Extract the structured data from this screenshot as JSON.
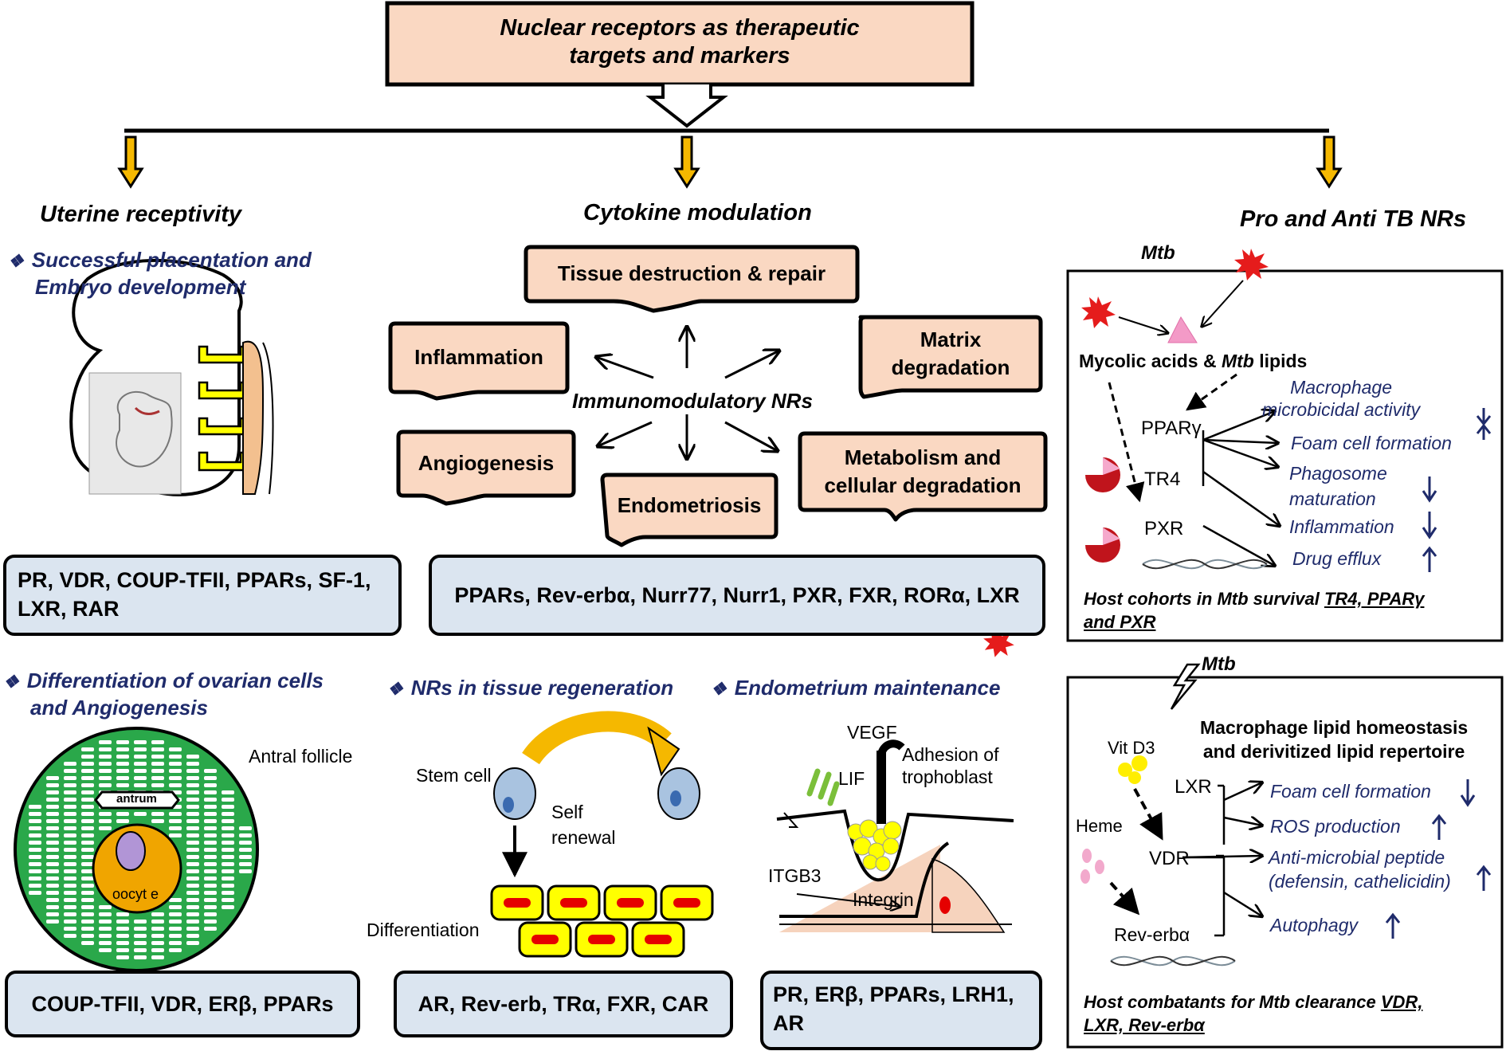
{
  "title": {
    "line1": "Nuclear receptors as therapeutic",
    "line2": "targets and markers"
  },
  "colors": {
    "box_fill": "#fad8c2",
    "chip_fill": "#dbe5f0",
    "arrow_fill": "#f5b800",
    "text_navy": "#1f2b6b",
    "mtb_red": "#e51c1c"
  },
  "uterine": {
    "heading": "Uterine receptivity",
    "bullet1": {
      "line1": "Successful placentation and",
      "line2": "Embryo development"
    },
    "nrs": {
      "line1": "PR, VDR, COUP-TFII, PPARs, SF-1,",
      "line2": "LXR, RAR"
    },
    "bullet2": {
      "line1": "Differentiation of ovarian cells",
      "line2": "and Angiogenesis"
    },
    "antral_follicle": "Antral follicle",
    "antrum": "antrum",
    "oocyte": "oocyt e",
    "nrs2": "COUP-TFII, VDR, ERβ, PPARs"
  },
  "cytokine": {
    "heading": "Cytokine modulation",
    "center": "Immunomodulatory NRs",
    "tissue": "Tissue destruction & repair",
    "inflammation": "Inflammation",
    "matrix": {
      "line1": "Matrix",
      "line2": "degradation"
    },
    "angiogenesis": "Angiogenesis",
    "endometriosis": "Endometriosis",
    "metabolism": {
      "line1": "Metabolism and",
      "line2": "cellular  degradation"
    },
    "nrs": "PPARs, Rev-erbα, Nurr77, Nurr1, PXR, FXR, RORα, LXR"
  },
  "regeneration": {
    "heading": "NRs in tissue regeneration",
    "stem_cell": "Stem cell",
    "self": "Self",
    "renewal": "renewal",
    "differentiation": "Differentiation",
    "nrs": "AR, Rev-erb, TRα, FXR, CAR"
  },
  "endometrium": {
    "heading": "Endometrium  maintenance",
    "vegf": "VEGF",
    "adhesion": {
      "line1": "Adhesion of",
      "line2": "trophoblast"
    },
    "lif": "LIF",
    "itgb3": "ITGB3",
    "integrin": "Integrin",
    "nrs": {
      "line1": "PR,  ERβ,  PPARs,  LRH1,",
      "line2": "AR"
    }
  },
  "tb": {
    "heading": "Pro and Anti TB NRs",
    "mtb_top": "Mtb",
    "mycolic": {
      "pre": "Mycolic acids & ",
      "ital": "Mtb",
      "post": " lipids"
    },
    "pparg": "PPARγ",
    "tr4": "TR4",
    "pxr": "PXR",
    "macrophage": {
      "line1": "Macrophage",
      "line2": "microbicidal activity"
    },
    "foam": "Foam cell formation",
    "phagosome": {
      "line1": "Phagosome",
      "line2": "maturation"
    },
    "inflammation": "Inflammation",
    "drug_efflux": "Drug efflux",
    "cohorts": {
      "pre": "Host cohorts in Mtb survival ",
      "u1": "TR4, PPARγ",
      "line2": "and PXR"
    },
    "mtb_bottom": "Mtb",
    "lipid": {
      "line1": "Macrophage lipid homeostasis",
      "line2": "and derivitized lipid repertoire"
    },
    "vitd3": "Vit D3",
    "lxr": "LXR",
    "heme": "Heme",
    "vdr": "VDR",
    "reverb": "Rev-erbα",
    "foam2": "Foam cell formation",
    "ros": "ROS production",
    "amp": {
      "line1": "Anti-microbial peptide",
      "line2": "(defensin, cathelicidin)"
    },
    "autophagy": "Autophagy",
    "combatants": {
      "pre": "Host combatants for Mtb clearance ",
      "u1": "VDR,",
      "line2": "LXR, Rev-erbα"
    }
  }
}
